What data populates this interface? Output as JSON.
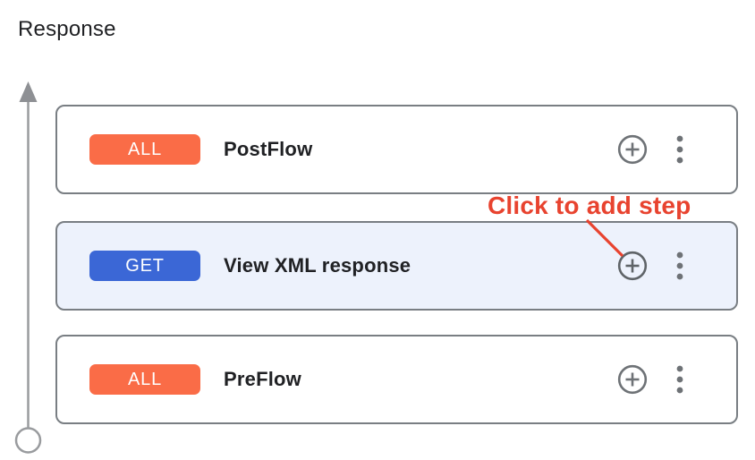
{
  "page": {
    "title": "Response"
  },
  "flow": {
    "cards": [
      {
        "verb": "ALL",
        "verb_color": "#FA6C47",
        "name": "PostFlow",
        "highlighted": false
      },
      {
        "verb": "GET",
        "verb_color": "#3B67D6",
        "name": "View XML response",
        "highlighted": true
      },
      {
        "verb": "ALL",
        "verb_color": "#FA6C47",
        "name": "PreFlow",
        "highlighted": false
      }
    ]
  },
  "annotation": {
    "label": "Click to add step"
  },
  "icons": {
    "add_step": "plus-circle-icon",
    "more_options": "kebab-menu-icon",
    "direction": "arrow-up-icon",
    "start_node": "circle-node-icon"
  },
  "colors": {
    "card-border": "#797E83",
    "highlight-bg": "#EDF2FC",
    "annotation-red": "#E8432F",
    "icon-gray": "#6E7276",
    "lane-gray": "#999B9E",
    "badge-orange": "#FA6C47",
    "badge-blue": "#3B67D6",
    "text-dark": "#202124"
  }
}
